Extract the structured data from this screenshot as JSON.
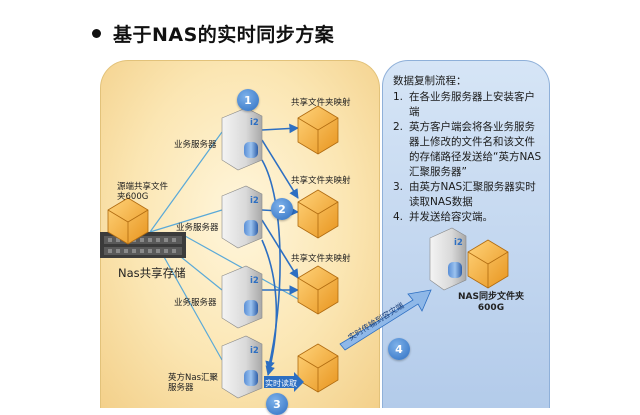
{
  "title": "基于NAS的实时同步方案",
  "steps": {
    "heading": "数据复制流程：",
    "items": [
      {
        "num": "1.",
        "text": "在各业务服务器上安装客户端"
      },
      {
        "num": "2.",
        "text": "英方客户端会将各业务服务器上修改的文件名和该文件的存储路径发送给“英方NAS汇聚服务器”"
      },
      {
        "num": "3.",
        "text": "由英方NAS汇聚服务器实时读取NAS数据"
      },
      {
        "num": "4.",
        "text": "并发送给容灾端。"
      }
    ]
  },
  "labels": {
    "server": "业务服务器",
    "share_map": "共享文件夹映射",
    "source_share": "源端共享文件夹600G",
    "nas_storage": "Nas共享存储",
    "nas_agg": "英方Nas汇聚服务器",
    "nas_sync": "NAS同步文件夹600G",
    "realtime_read": "实时读取",
    "send_path": "实时传输到容灾端",
    "i2": "i2"
  },
  "step_numbers": [
    "1",
    "2",
    "3",
    "4"
  ],
  "colors": {
    "left_panel": "#fbe6b3",
    "right_panel": "#c4d8f0",
    "arrow_blue": "#2d6fc2",
    "box_orange": "#f0a830",
    "line_cyan": "#5aa9d8"
  }
}
